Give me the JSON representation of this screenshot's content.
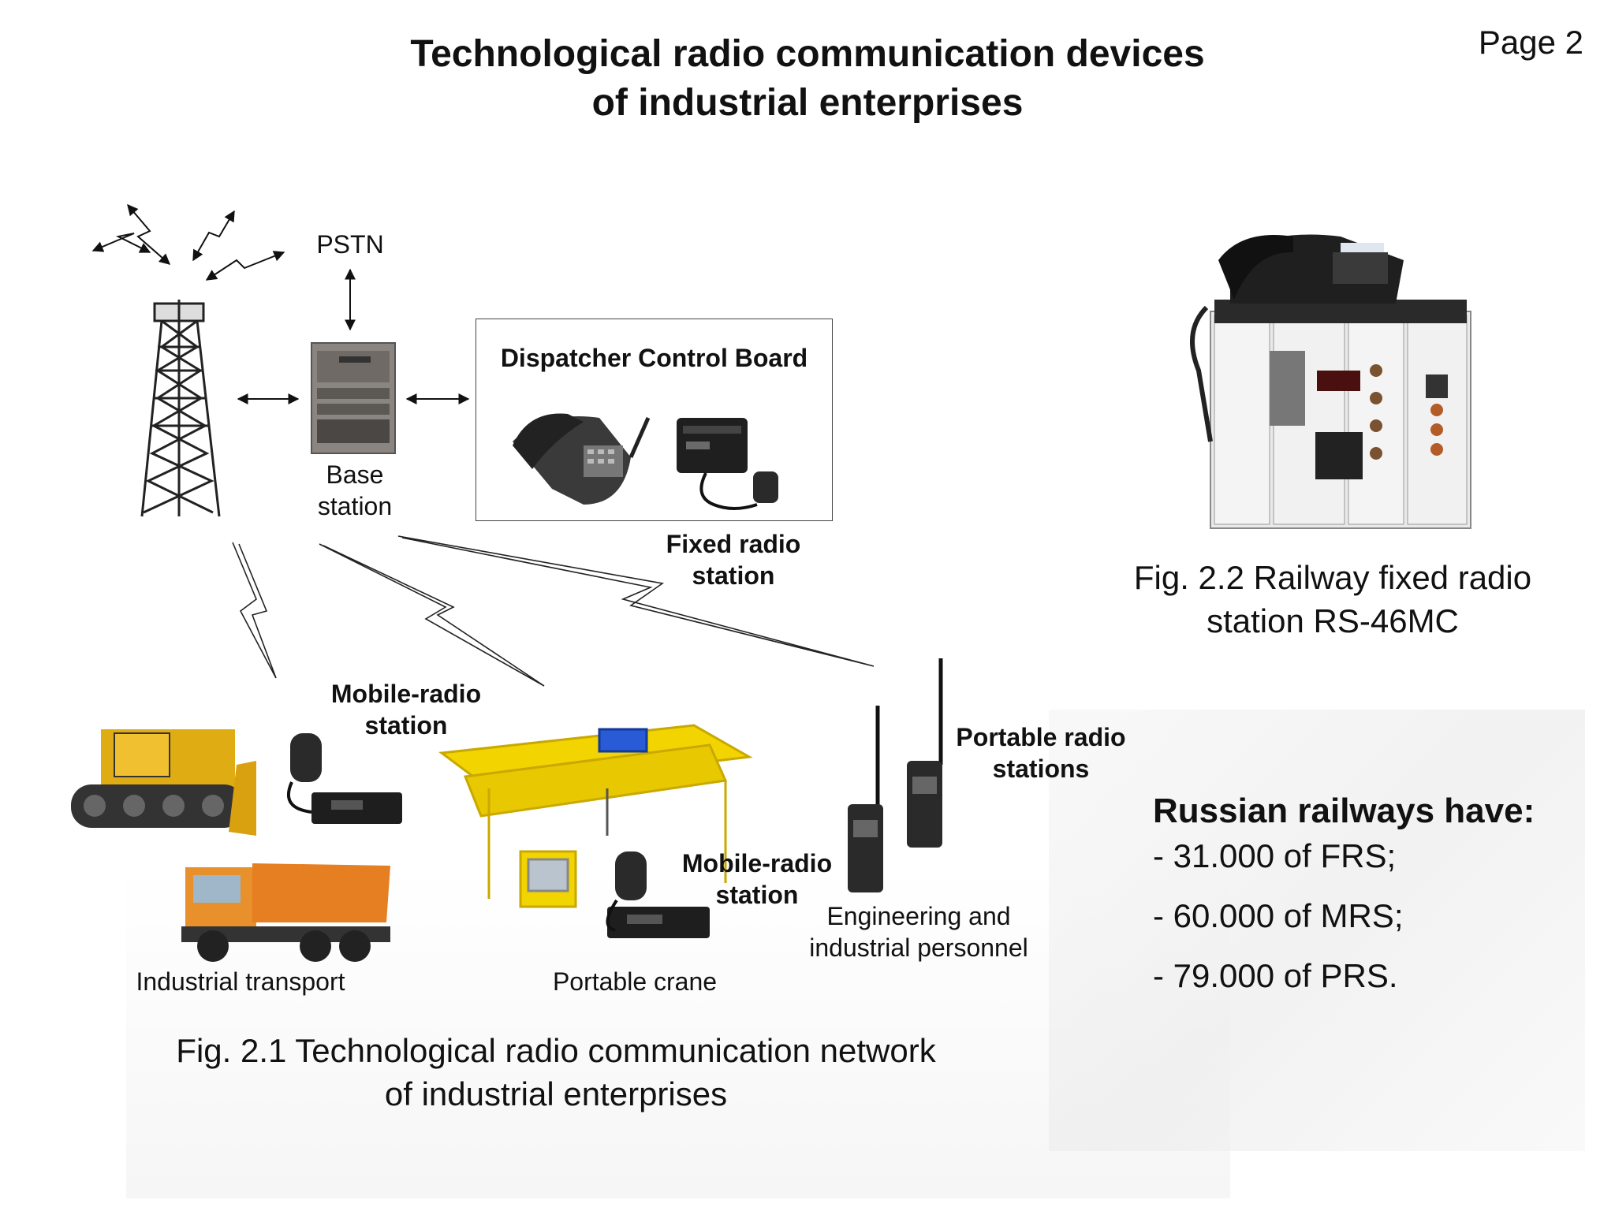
{
  "title": {
    "line1": "Technological radio communication devices",
    "line2": "of industrial enterprises"
  },
  "page_label": "Page 2",
  "diagram": {
    "pstn": "PSTN",
    "base_station_1": "Base",
    "base_station_2": "station",
    "dispatcher_board": "Dispatcher Control Board",
    "fixed_radio_1": "Fixed radio",
    "fixed_radio_2": "station",
    "mobile_radio_a_1": "Mobile-radio",
    "mobile_radio_a_2": "station",
    "mobile_radio_b_1": "Mobile-radio",
    "mobile_radio_b_2": "station",
    "portable_radio_1": "Portable radio",
    "portable_radio_2": "stations",
    "engineering_1": "Engineering and",
    "engineering_2": "industrial personnel",
    "industrial_transport": "Industrial transport",
    "portable_crane": "Portable crane"
  },
  "fig1_caption": {
    "line1": "Fig. 2.1 Technological radio communication network",
    "line2": "of industrial enterprises"
  },
  "fig2_caption": {
    "line1": "Fig. 2.2 Railway fixed radio",
    "line2": "station RS-46MC"
  },
  "stats": {
    "heading": "Russian railways have:",
    "items": [
      "- 31.000 of FRS;",
      "- 60.000 of MRS;",
      "- 79.000 of PRS."
    ]
  }
}
